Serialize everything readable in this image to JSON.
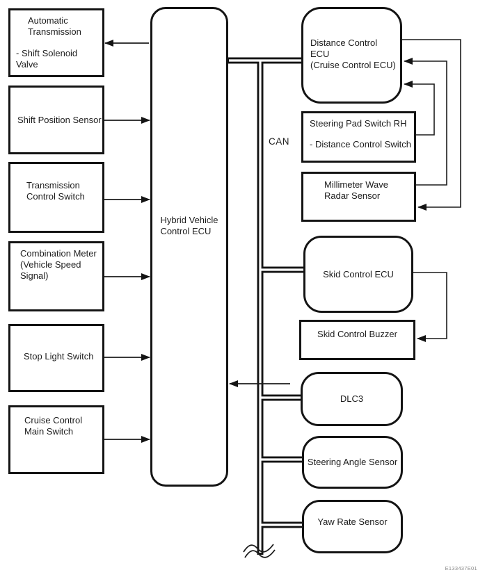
{
  "diagram": {
    "can_label": "CAN",
    "code": "E133437E01",
    "nodes": {
      "automatic_transmission": {
        "title": "Automatic\nTransmission",
        "subtitle": "- Shift Solenoid Valve"
      },
      "shift_position_sensor": {
        "label": "Shift Position Sensor"
      },
      "transmission_control_switch": {
        "label": "Transmission\nControl Switch"
      },
      "combination_meter": {
        "label": "Combination Meter\n(Vehicle Speed\nSignal)"
      },
      "stop_light_switch": {
        "label": "Stop Light Switch"
      },
      "cruise_control_main_switch": {
        "label": "Cruise Control\nMain Switch"
      },
      "hybrid_vehicle_control_ecu": {
        "label": "Hybrid Vehicle\nControl ECU"
      },
      "distance_control_ecu": {
        "label": "Distance Control ECU\n(Cruise Control ECU)"
      },
      "steering_pad_switch_rh": {
        "title": "Steering Pad Switch RH",
        "subtitle": "- Distance Control Switch"
      },
      "millimeter_wave_radar_sensor": {
        "label": "Millimeter Wave\nRadar Sensor"
      },
      "skid_control_ecu": {
        "label": "Skid Control ECU"
      },
      "skid_control_buzzer": {
        "label": "Skid Control Buzzer"
      },
      "dlc3": {
        "label": "DLC3"
      },
      "steering_angle_sensor": {
        "label": "Steering Angle Sensor"
      },
      "yaw_rate_sensor": {
        "label": "Yaw Rate Sensor"
      }
    }
  }
}
